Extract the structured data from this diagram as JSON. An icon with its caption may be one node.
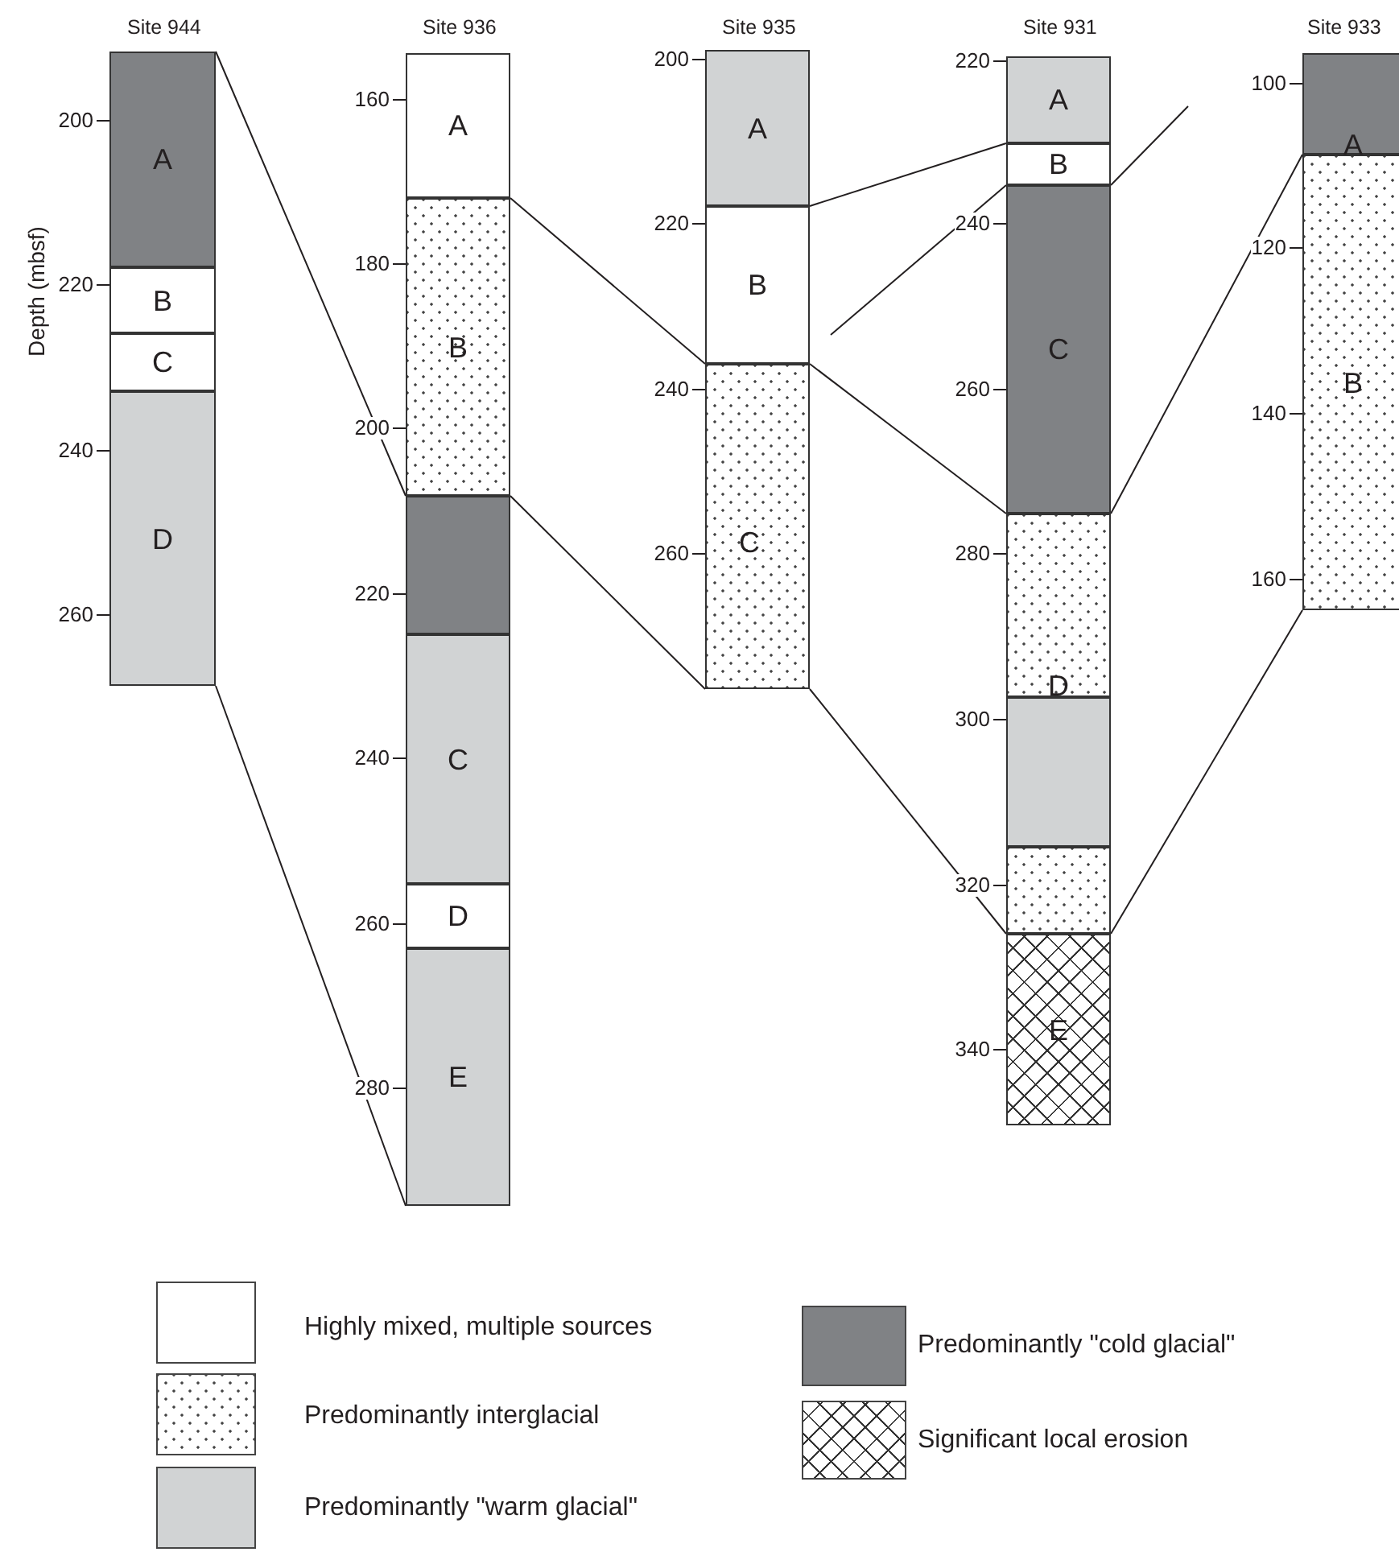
{
  "diagram": {
    "nodes": [
      {
        "text": [
          "Site 944"
        ]
      },
      {
        "text": [
          "A"
        ],
        "in": 0
      },
      {
        "text": [
          "B"
        ],
        "in": 0
      },
      {
        "text": [
          "C"
        ],
        "in": 0
      },
      {
        "text": [
          "D"
        ],
        "in": 0
      },
      {
        "text": [
          "Site 936"
        ]
      },
      {
        "text": [
          "A"
        ],
        "in": 5
      },
      {
        "text": [
          "B"
        ],
        "in": 5
      },
      {
        "text": [],
        "shape": "box",
        "in": 5
      },
      {
        "text": [
          "C"
        ],
        "in": 5
      },
      {
        "text": [
          "D"
        ],
        "in": 5
      },
      {
        "text": [
          "E"
        ],
        "in": 5
      },
      {
        "text": [
          "Site 935"
        ]
      },
      {
        "text": [
          "A"
        ],
        "in": 12
      },
      {
        "text": [
          "B"
        ],
        "in": 12
      },
      {
        "text": [
          "C"
        ],
        "in": 12
      },
      {
        "text": [
          "Site 931"
        ]
      },
      {
        "text": [
          "A"
        ],
        "in": 16
      },
      {
        "text": [
          "B"
        ],
        "in": 16
      },
      {
        "text": [
          "C"
        ],
        "in": 16
      },
      {
        "text": [
          "D"
        ],
        "in": 16
      },
      {
        "text": [],
        "shape": "box",
        "in": 16
      },
      {
        "text": [],
        "shape": "box",
        "in": 16
      },
      {
        "text": [
          "E"
        ],
        "in": 16
      },
      {
        "text": [
          "Site 933"
        ]
      },
      {
        "text": [
          "A"
        ],
        "in": 24
      },
      {
        "text": [
          "B"
        ],
        "in": 24
      }
    ],
    "edges": [
      {
        "from": 1,
        "to": 8,
        "arrow": "none"
      },
      {
        "from": 4,
        "to": 11,
        "arrow": "none"
      },
      {
        "from": 6,
        "to": 14,
        "arrow": "none"
      },
      {
        "from": 8,
        "to": 15,
        "arrow": "none"
      },
      {
        "from": 13,
        "to": 18,
        "arrow": "none"
      },
      {
        "from": 14,
        "to": 20,
        "arrow": "none"
      },
      {
        "from": 15,
        "to": 22,
        "arrow": "none"
      },
      {
        "from": 12,
        "to": 18,
        "arrow": "none"
      },
      {
        "from": 19,
        "to": null,
        "arrow": "none"
      },
      {
        "from": 20,
        "to": 25,
        "arrow": "none"
      },
      {
        "from": 22,
        "to": 26,
        "arrow": "none"
      }
    ],
    "labels": [
      "Depth (mbsf)",
      "200",
      "220",
      "240",
      "260",
      "160",
      "180",
      "200",
      "220",
      "240",
      "260",
      "280",
      "200",
      "220",
      "240",
      "260",
      "220",
      "240",
      "260",
      "280",
      "300",
      "320",
      "340",
      "100",
      "120",
      "140",
      "160"
    ],
    "legend": [
      {
        "text": "Highly mixed, multiple sources",
        "color": "#ffffff"
      },
      {
        "text": "Predominantly interglacial"
      },
      {
        "text": "Predominantly \"warm glacial\"",
        "color": "#d1d3d4"
      },
      {
        "text": "Predominantly \"cold glacial\"",
        "color": "#808285"
      },
      {
        "text": "Significant local erosion"
      }
    ]
  }
}
